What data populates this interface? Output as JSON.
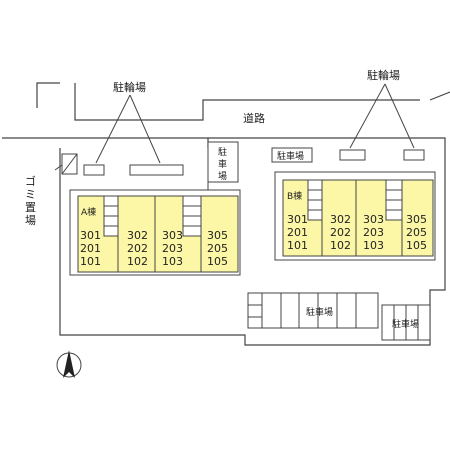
{
  "labels": {
    "bicycle_parking_left": "駐輪場",
    "bicycle_parking_right": "駐輪場",
    "road": "道路",
    "garbage": [
      "ゴ",
      "ミ",
      "置",
      "場"
    ],
    "parking_vertical": [
      "駐",
      "車",
      "場"
    ],
    "parking_top": "駐車場",
    "parking_bottom_middle": "駐車場",
    "parking_bottom_right": "駐車場"
  },
  "buildings": {
    "a": {
      "name": "A棟",
      "columns": [
        [
          "301",
          "201",
          "101"
        ],
        [
          "302",
          "202",
          "102"
        ],
        [
          "303",
          "203",
          "103"
        ],
        [
          "305",
          "205",
          "105"
        ]
      ]
    },
    "b": {
      "name": "B棟",
      "columns": [
        [
          "301",
          "201",
          "101"
        ],
        [
          "302",
          "202",
          "102"
        ],
        [
          "303",
          "203",
          "103"
        ],
        [
          "305",
          "205",
          "105"
        ]
      ]
    }
  },
  "colors": {
    "building_fill": "#fbf7a6",
    "line": "#444444"
  },
  "icons": {
    "compass": "north-arrow-icon"
  }
}
